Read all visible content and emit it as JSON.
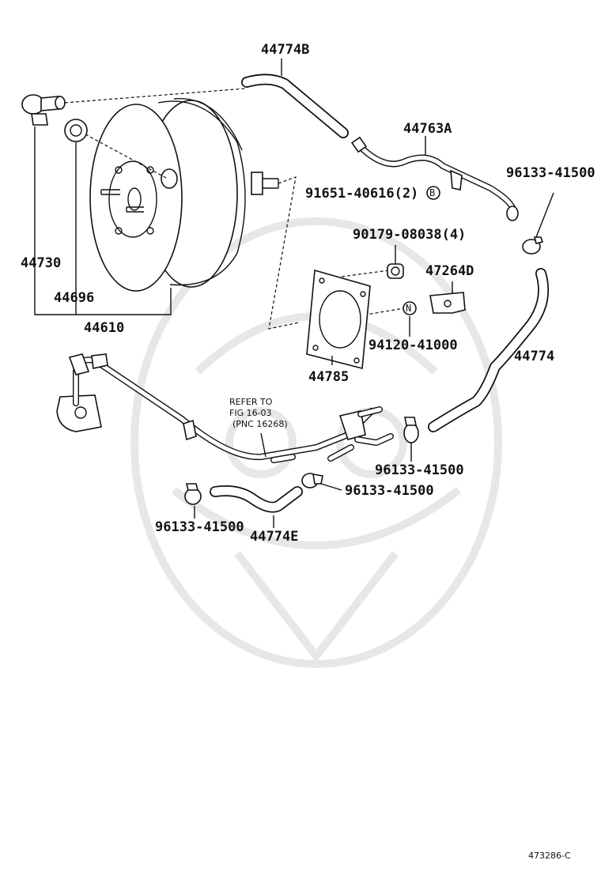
{
  "labels": {
    "p44774B": "44774B",
    "p44763A": "44763A",
    "p96133_top": "96133-41500",
    "p91651": "91651-40616(2)",
    "p91651_mark": "B",
    "p90179": "90179-08038(4)",
    "p47264D": "47264D",
    "p44730": "44730",
    "p44696": "44696",
    "p44610": "44610",
    "p94120": "94120-41000",
    "p94120_mark": "N",
    "p44785": "44785",
    "p44774": "44774",
    "p96133_mid": "96133-41500",
    "p96133_center": "96133-41500",
    "p96133_left": "96133-41500",
    "p44774E": "44774E"
  },
  "reference_note": {
    "line1": "REFER TO",
    "line2": "FIG 16-03",
    "line3": "(PNC 16268)"
  },
  "diagram_id": "473286-C"
}
